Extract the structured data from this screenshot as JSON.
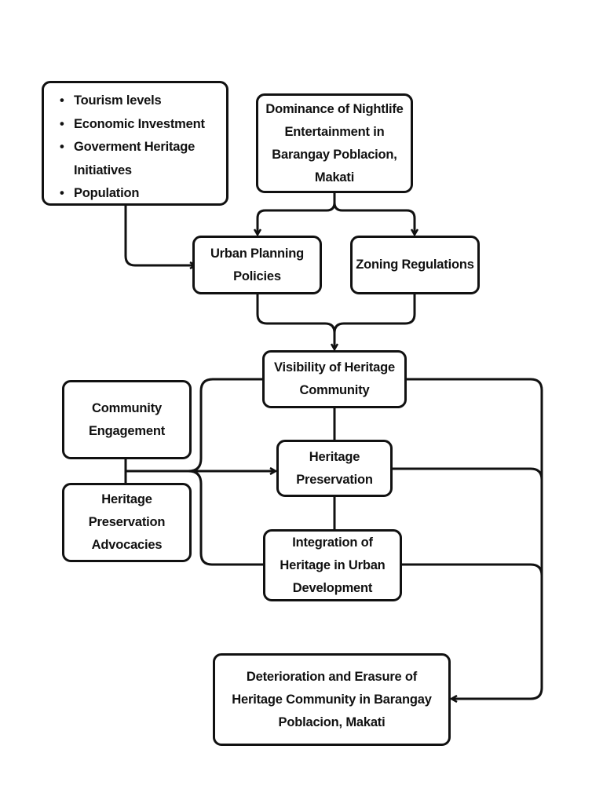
{
  "nodes": {
    "factors": {
      "items": [
        "Tourism levels",
        "Economic Investment",
        "Goverment Heritage",
        "Initiatives",
        "Population"
      ]
    },
    "nightlife": "Dominance of Nightlife Entertainment in Barangay Poblacion, Makati",
    "urban_planning": "Urban Planning Policies",
    "zoning": "Zoning Regulations",
    "visibility": "Visibility of Heritage Community",
    "community_engagement": "Community Engagement",
    "heritage_preservation": "Heritage Preservation",
    "advocacies": "Heritage Preservation Advocacies",
    "integration": "Integration of Heritage in Urban Development",
    "deterioration": "Deterioration and Erasure of Heritage Community in Barangay Poblacion, Makati"
  },
  "colors": {
    "stroke": "#111111",
    "background": "#ffffff"
  }
}
